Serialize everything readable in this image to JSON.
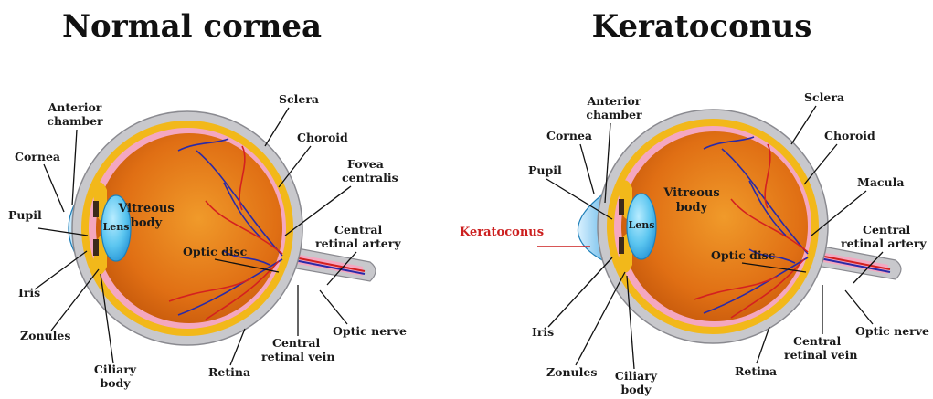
{
  "left": {
    "title": "Normal cornea",
    "labels": {
      "anterior_chamber": [
        "Anterior",
        "chamber"
      ],
      "cornea": "Cornea",
      "pupil": "Pupil",
      "iris": "Iris",
      "zonules": "Zonules",
      "ciliary_body": [
        "Ciliary",
        "body"
      ],
      "lens": "Lens",
      "vitreous_body": [
        "Vitreous",
        "body"
      ],
      "sclera": "Sclera",
      "choroid": "Choroid",
      "fovea_centralis": [
        "Fovea",
        "centralis"
      ],
      "central_retinal_artery": [
        "Central",
        "retinal artery"
      ],
      "optic_disc": "Optic disc",
      "optic_nerve": "Optic nerve",
      "central_retinal_vein": [
        "Central",
        "retinal vein"
      ],
      "retina": "Retina"
    }
  },
  "right": {
    "title": "Keratoconus",
    "labels": {
      "keratoconus": "Keratoconus",
      "anterior_chamber": [
        "Anterior",
        "chamber"
      ],
      "cornea": "Cornea",
      "pupil": "Pupil",
      "iris": "Iris",
      "zonules": "Zonules",
      "ciliary_body": [
        "Ciliary",
        "body"
      ],
      "lens": "Lens",
      "vitreous_body": [
        "Vitreous",
        "body"
      ],
      "sclera": "Sclera",
      "choroid": "Choroid",
      "macula": "Macula",
      "central_retinal_artery": [
        "Central",
        "retinal artery"
      ],
      "optic_disc": "Optic disc",
      "optic_nerve": "Optic nerve",
      "central_retinal_vein": [
        "Central",
        "retinal vein"
      ],
      "retina": "Retina"
    }
  },
  "colors": {
    "sclera": "#c8c8cc",
    "choroid": "#f2b81a",
    "retina": "#f4a7c0",
    "vitreous": "#e8781a",
    "cornea": "#3fa9e8",
    "lens": "#41b6ea",
    "vessel_artery": "#d42020",
    "vessel_vein": "#2a2aa8",
    "keratoconus_label": "#cc1f1f"
  }
}
